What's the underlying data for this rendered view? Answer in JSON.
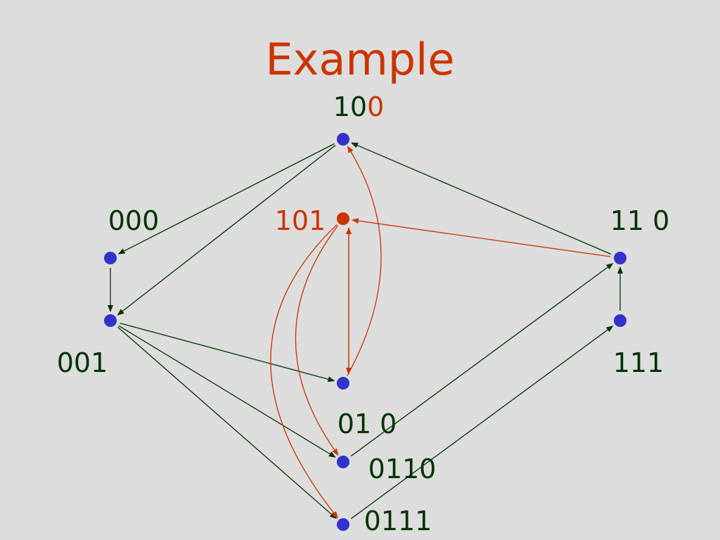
{
  "title": "Example",
  "colors": {
    "background": "#dddddd",
    "title": "#cc3300",
    "label_green": "#003300",
    "label_red": "#cc3300",
    "node_blue": "#3333cc",
    "node_red": "#cc3300",
    "edge_green": "#003300",
    "edge_red": "#cc3300"
  },
  "nodes": [
    {
      "id": "n100",
      "label_parts": [
        {
          "text": "10",
          "color": "green"
        },
        {
          "text": "0",
          "color": "red"
        }
      ],
      "color": "blue"
    },
    {
      "id": "n000",
      "label_parts": [
        {
          "text": "000",
          "color": "green"
        }
      ],
      "color": "blue"
    },
    {
      "id": "n101",
      "label_parts": [
        {
          "text": "101",
          "color": "red"
        }
      ],
      "color": "red"
    },
    {
      "id": "n110",
      "label_parts": [
        {
          "text": "11 0",
          "color": "green"
        }
      ],
      "color": "blue"
    },
    {
      "id": "n001",
      "label_parts": [
        {
          "text": "001",
          "color": "green"
        }
      ],
      "color": "blue"
    },
    {
      "id": "n111",
      "label_parts": [
        {
          "text": "111",
          "color": "green"
        }
      ],
      "color": "blue"
    },
    {
      "id": "n010",
      "label_parts": [
        {
          "text": "01 0",
          "color": "green"
        }
      ],
      "color": "blue"
    },
    {
      "id": "n0110",
      "label_parts": [
        {
          "text": "0110",
          "color": "green"
        }
      ],
      "color": "blue"
    },
    {
      "id": "n0111",
      "label_parts": [
        {
          "text": "0111",
          "color": "green"
        }
      ],
      "color": "blue"
    }
  ],
  "edges": [
    {
      "from": "n100",
      "to": "n000",
      "color": "green"
    },
    {
      "from": "n100",
      "to": "n001",
      "color": "green"
    },
    {
      "from": "n000",
      "to": "n001",
      "color": "green"
    },
    {
      "from": "n001",
      "to": "n010",
      "color": "green"
    },
    {
      "from": "n001",
      "to": "n0110",
      "color": "green"
    },
    {
      "from": "n001",
      "to": "n0111",
      "color": "green"
    },
    {
      "from": "n110",
      "to": "n100",
      "color": "green"
    },
    {
      "from": "n111",
      "to": "n110",
      "color": "green"
    },
    {
      "from": "n0110",
      "to": "n110",
      "color": "green"
    },
    {
      "from": "n0111",
      "to": "n111",
      "color": "green"
    },
    {
      "from": "n110",
      "to": "n101",
      "color": "red"
    },
    {
      "from": "n101",
      "to": "n010",
      "color": "red"
    },
    {
      "from": "n010",
      "to": "n101",
      "color": "red"
    },
    {
      "from": "n010",
      "to": "n100",
      "color": "red"
    },
    {
      "from": "n101",
      "to": "n0110",
      "color": "red"
    },
    {
      "from": "n101",
      "to": "n0111",
      "color": "red"
    }
  ]
}
